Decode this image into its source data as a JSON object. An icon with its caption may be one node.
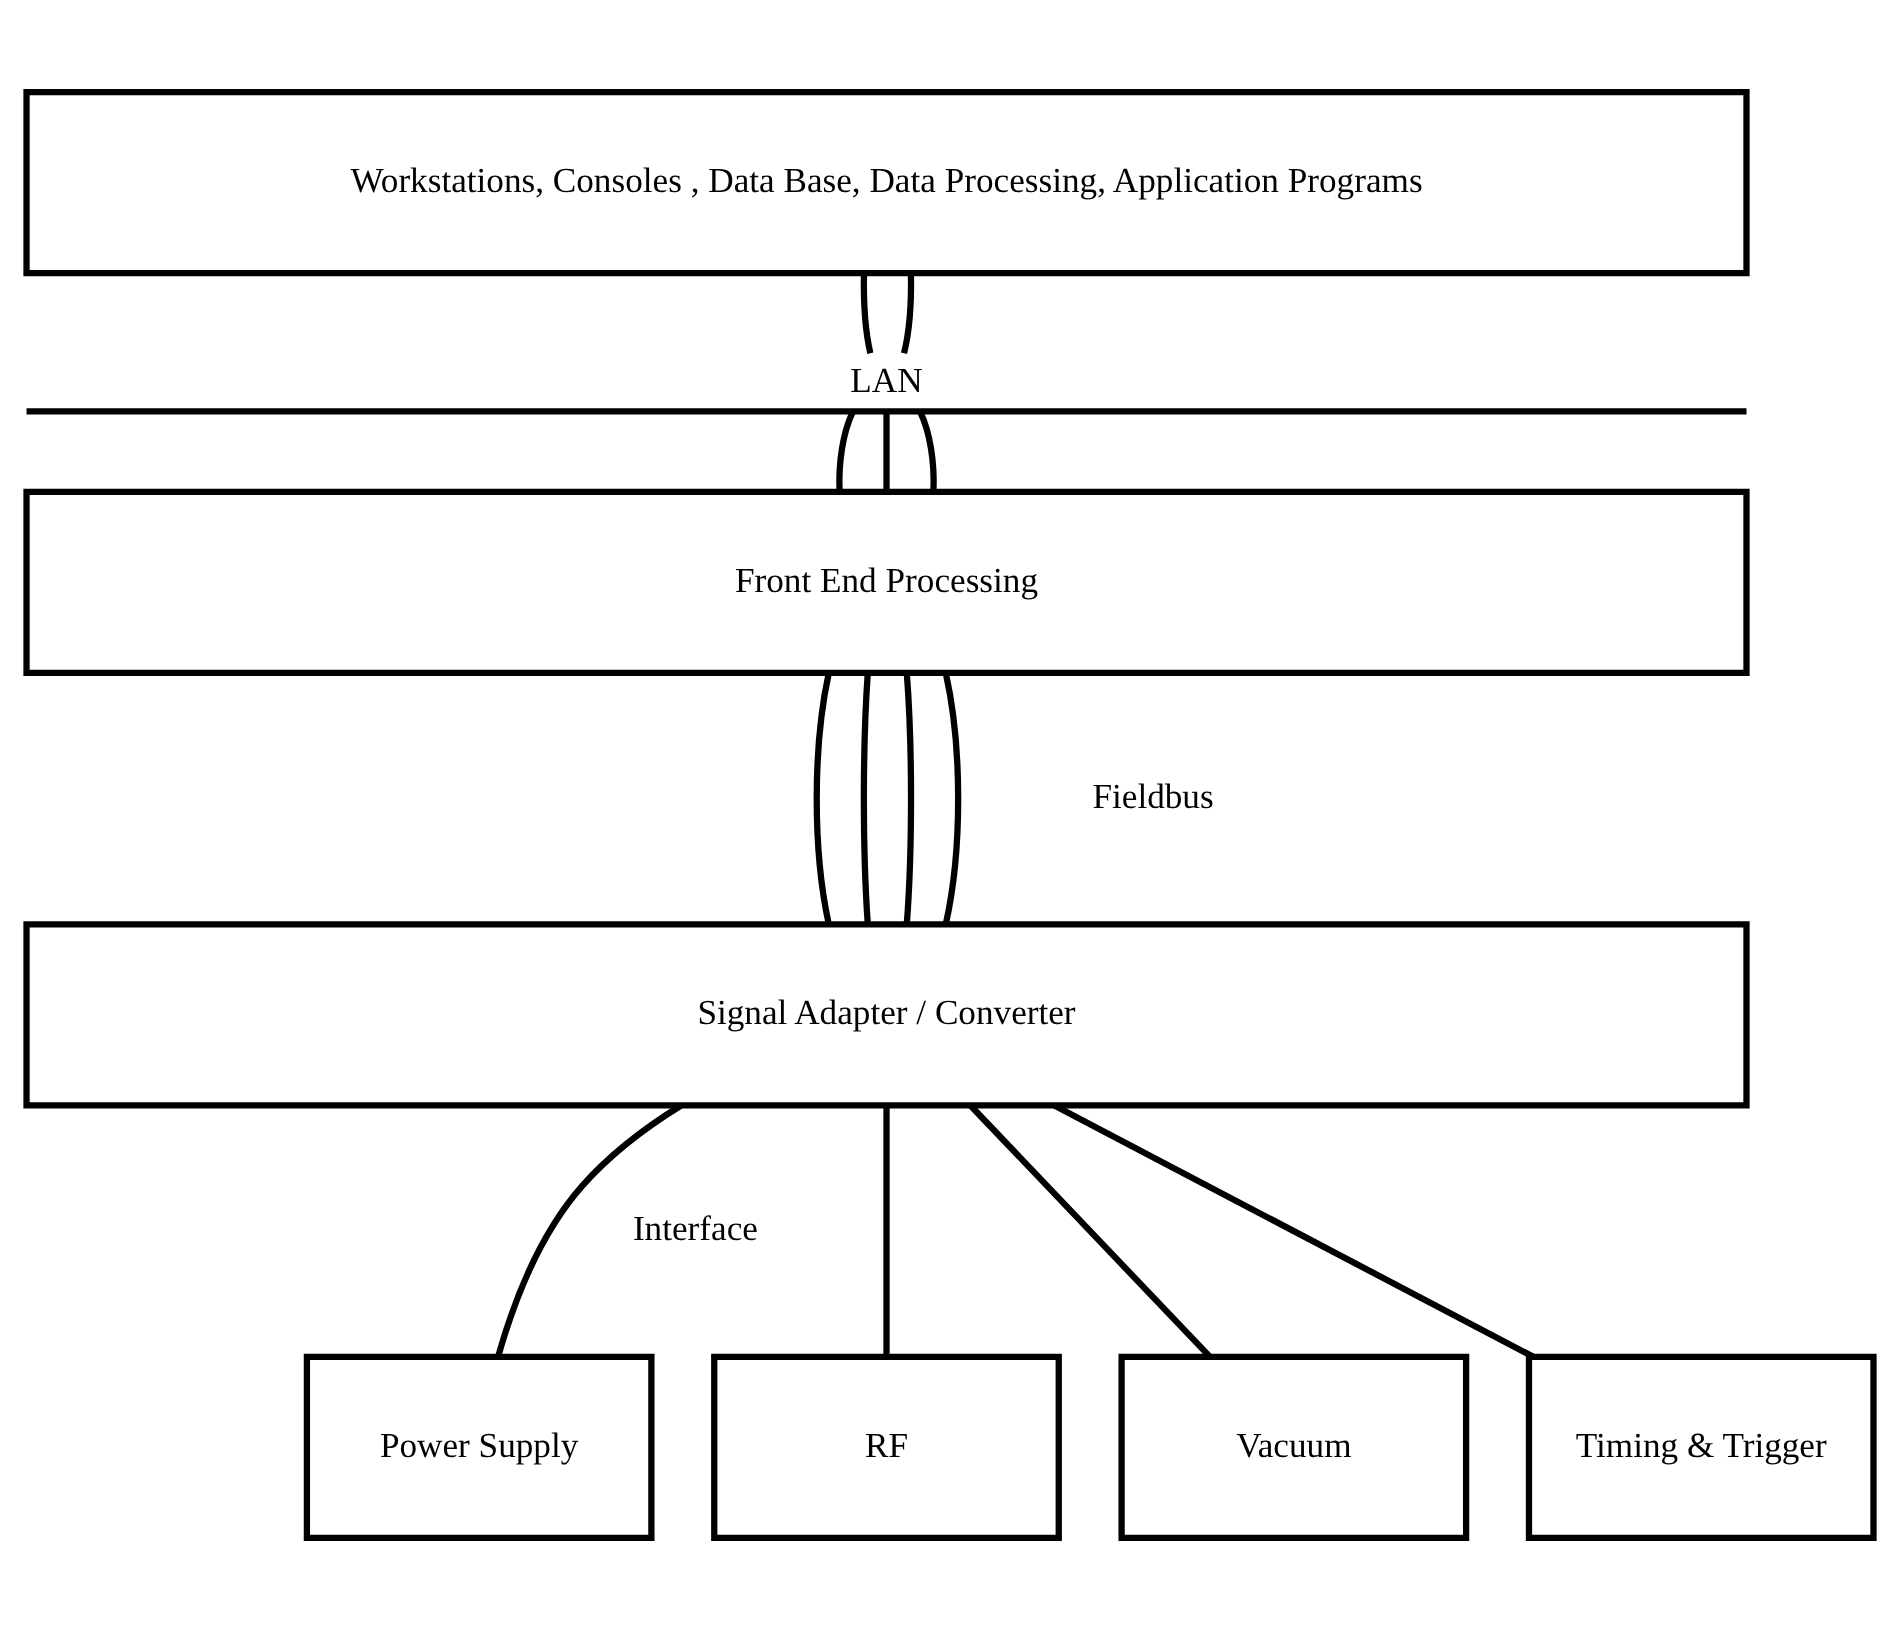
{
  "diagram": {
    "nodes": [
      {
        "text": [
          "Workstations, Consoles , Data Base, Data Processing, Application Programs"
        ]
      },
      {
        "text": [
          "LAN"
        ]
      },
      {
        "text": [
          "Front End Processing"
        ]
      },
      {
        "text": [
          "Signal Adapter / Converter"
        ]
      },
      {
        "text": [
          "Power Supply"
        ]
      },
      {
        "text": [
          "RF"
        ]
      },
      {
        "text": [
          "Vacuum"
        ]
      },
      {
        "text": [
          "Timing & Trigger"
        ]
      }
    ],
    "edges": [
      {
        "from": 0,
        "to": 1,
        "arrow": "none"
      },
      {
        "from": 0,
        "to": 1,
        "arrow": "none"
      },
      {
        "from": 1,
        "to": 2,
        "arrow": "none"
      },
      {
        "from": 1,
        "to": 2,
        "arrow": "none"
      },
      {
        "from": 1,
        "to": 2,
        "arrow": "none"
      },
      {
        "from": 2,
        "to": 3,
        "arrow": "none"
      },
      {
        "from": 2,
        "to": 3,
        "arrow": "none"
      },
      {
        "from": 2,
        "to": 3,
        "arrow": "none"
      },
      {
        "from": 2,
        "to": 3,
        "arrow": "none"
      },
      {
        "from": 3,
        "to": 4,
        "arrow": "none"
      },
      {
        "from": 3,
        "to": 5,
        "arrow": "none"
      },
      {
        "from": 3,
        "to": 6,
        "arrow": "none"
      },
      {
        "from": 3,
        "to": 7,
        "arrow": "none"
      }
    ],
    "labels": [
      "Fieldbus",
      "Interface"
    ]
  }
}
